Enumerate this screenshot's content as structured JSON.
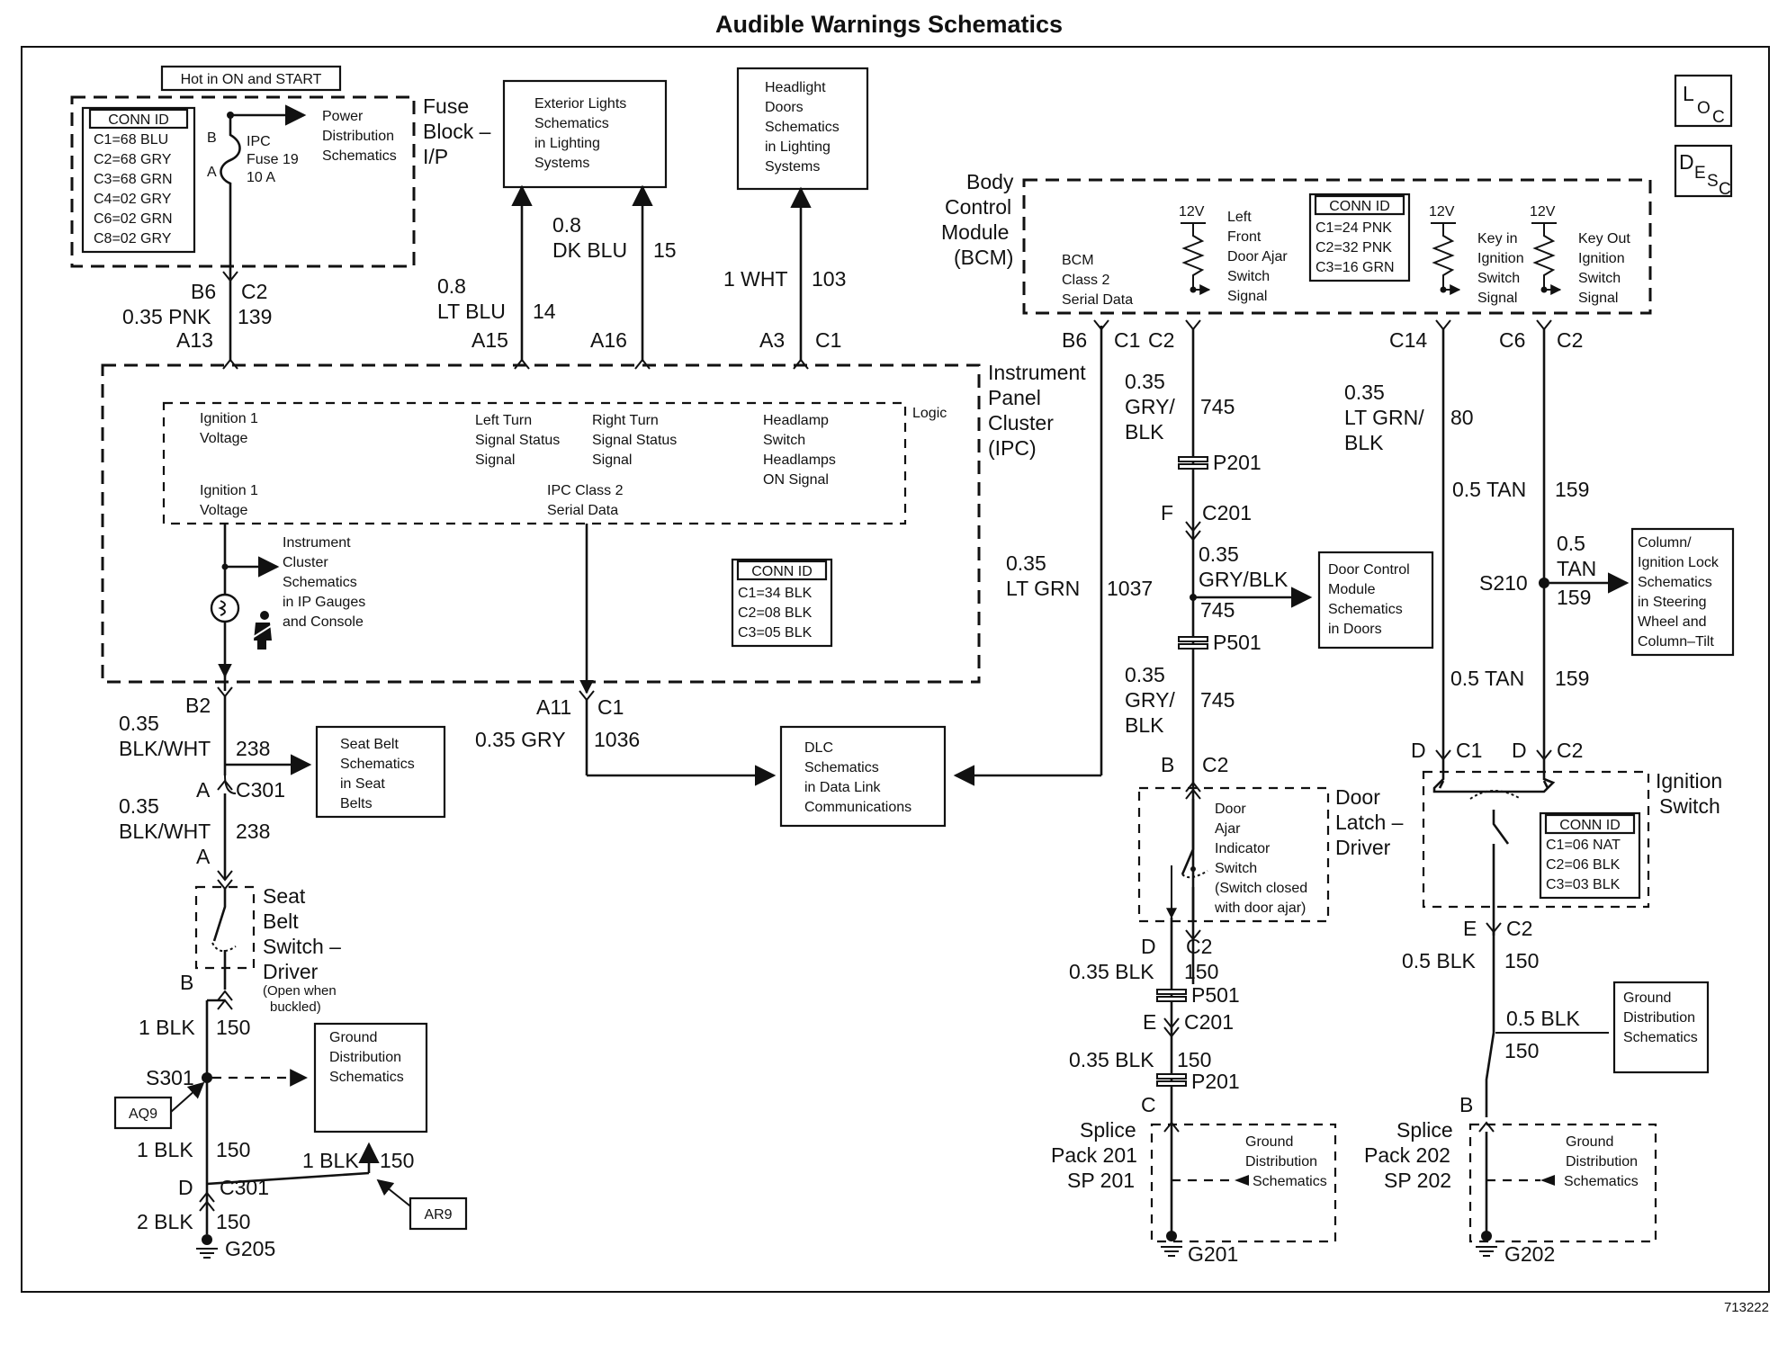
{
  "title": "Audible Warnings Schematics",
  "figure_id": "713222",
  "corner_icons": {
    "loc": "LOC",
    "desc": "DESC"
  },
  "fuse_block": {
    "hot_label": "Hot in ON and START",
    "name_lines": [
      "Fuse",
      "Block –",
      "I/P"
    ],
    "conn_id": {
      "header": "CONN ID",
      "rows": [
        "C1=68 BLU",
        "C2=68 GRY",
        "C3=68 GRN",
        "C4=02 GRY",
        "C6=02 GRN",
        "C8=02 GRY"
      ]
    },
    "fuse_lines": [
      "IPC",
      "Fuse 19",
      "10 A"
    ],
    "pin_b": "B",
    "pin_a": "A",
    "power_ref": [
      "Power",
      "Distribution",
      "Schematics"
    ]
  },
  "refs": {
    "exterior_lights": [
      "Exterior Lights",
      "Schematics",
      "in Lighting",
      "Systems"
    ],
    "headlight_doors": [
      "Headlight",
      "Doors",
      "Schematics",
      "in Lighting",
      "Systems"
    ],
    "seat_belt": [
      "Seat Belt",
      "Schematics",
      "in Seat",
      "Belts"
    ],
    "dlc": [
      "DLC",
      "Schematics",
      "in Data Link",
      "Communications"
    ],
    "door_control": [
      "Door Control",
      "Module",
      "Schematics",
      "in Doors"
    ],
    "column": [
      "Column/",
      "Ignition Lock",
      "Schematics",
      "in Steering",
      "Wheel and",
      "Column–Tilt"
    ],
    "ground_left": [
      "Ground",
      "Distribution",
      "Schematics"
    ],
    "ground_right": [
      "Ground",
      "Distribution",
      "Schematics"
    ],
    "ground_sp201": [
      "Ground",
      "Distribution",
      "Schematics"
    ],
    "ground_sp202": [
      "Ground",
      "Distribution",
      "Schematics"
    ],
    "ic_ref": [
      "Instrument",
      "Cluster",
      "Schematics",
      "in IP Gauges",
      "and Console"
    ]
  },
  "ipc": {
    "name_lines": [
      "Instrument",
      "Panel",
      "Cluster",
      "(IPC)"
    ],
    "logic_label": "Logic",
    "ign1_top": [
      "Ignition 1",
      "Voltage"
    ],
    "ign1_bottom": [
      "Ignition 1",
      "Voltage"
    ],
    "left_turn": [
      "Left Turn",
      "Signal Status",
      "Signal"
    ],
    "right_turn": [
      "Right Turn",
      "Signal Status",
      "Signal"
    ],
    "headlamp": [
      "Headlamp",
      "Switch",
      "Headlamps",
      "ON Signal"
    ],
    "class2": [
      "IPC Class 2",
      "Serial Data"
    ],
    "conn_id": {
      "header": "CONN ID",
      "rows": [
        "C1=34 BLK",
        "C2=08 BLK",
        "C3=05 BLK"
      ]
    }
  },
  "bcm": {
    "name_lines": [
      "Body",
      "Control",
      "Module",
      "(BCM)"
    ],
    "class2": [
      "BCM",
      "Class 2",
      "Serial Data"
    ],
    "door_ajar": [
      "Left",
      "Front",
      "Door Ajar",
      "Switch",
      "Signal"
    ],
    "key_in": [
      "Key in",
      "Ignition",
      "Switch",
      "Signal"
    ],
    "key_out": [
      "Key Out",
      "Ignition",
      "Switch",
      "Signal"
    ],
    "v12": "12V",
    "conn_id": {
      "header": "CONN ID",
      "rows": [
        "C1=24 PNK",
        "C2=32 PNK",
        "C3=16 GRN"
      ]
    }
  },
  "door_latch": {
    "name_lines": [
      "Door",
      "Latch –",
      "Driver"
    ],
    "switch": [
      "Door",
      "Ajar",
      "Indicator",
      "Switch",
      "(Switch closed",
      "with door ajar)"
    ]
  },
  "seat_belt_switch": {
    "name_lines": [
      "Seat",
      "Belt",
      "Switch –",
      "Driver"
    ],
    "note": [
      "(Open when",
      "buckled)"
    ]
  },
  "ignition_switch": {
    "name_lines": [
      "Ignition",
      "Switch"
    ],
    "conn_id": {
      "header": "CONN ID",
      "rows": [
        "C1=06 NAT",
        "C2=06 BLK",
        "C3=03 BLK"
      ]
    }
  },
  "splice_packs": {
    "sp201": [
      "Splice",
      "Pack 201",
      "SP 201"
    ],
    "sp202": [
      "Splice",
      "Pack 202",
      "SP 202"
    ]
  },
  "wires": {
    "w139": {
      "gauge": "0.35 PNK",
      "circuit": "139"
    },
    "w14": {
      "gauge": [
        "0.8",
        "LT BLU"
      ],
      "circuit": "14"
    },
    "w15": {
      "gauge": [
        "0.8",
        "DK BLU"
      ],
      "circuit": "15"
    },
    "w103": {
      "gauge": "1 WHT",
      "circuit": "103"
    },
    "w238a": {
      "gauge": [
        "0.35",
        "BLK/WHT"
      ],
      "circuit": "238"
    },
    "w238b": {
      "gauge": [
        "0.35",
        "BLK/WHT"
      ],
      "circuit": "238"
    },
    "w1036": {
      "gauge": "0.35 GRY",
      "circuit": "1036"
    },
    "w1037": {
      "gauge": [
        "0.35",
        "LT GRN"
      ],
      "circuit": "1037"
    },
    "w745a": {
      "gauge": [
        "0.35",
        "GRY/",
        "BLK"
      ],
      "circuit": "745"
    },
    "w745b": {
      "gauge": [
        "0.35",
        "GRY/BLK"
      ],
      "circuit": "745"
    },
    "w745c": {
      "gauge": [
        "0.35",
        "GRY/",
        "BLK"
      ],
      "circuit": "745"
    },
    "w80": {
      "gauge": [
        "0.35",
        "LT GRN/",
        "BLK"
      ],
      "circuit": "80"
    },
    "w159a": {
      "gauge": "0.5 TAN",
      "circuit": "159"
    },
    "w159b": {
      "gauge": [
        "0.5",
        "TAN"
      ],
      "circuit": "159"
    },
    "w159c": {
      "gauge": "0.5 TAN",
      "circuit": "159"
    },
    "w150_seat": {
      "gauge": "1 BLK",
      "circuit": "150"
    },
    "w150_s301": {
      "gauge": "1 BLK",
      "circuit": "150"
    },
    "w150_ar9": {
      "gauge": "1 BLK",
      "circuit": "150"
    },
    "w150_g205": {
      "gauge": "2 BLK",
      "circuit": "150"
    },
    "w150_dl1": {
      "gauge": "0.35 BLK",
      "circuit": "150"
    },
    "w150_dl2": {
      "gauge": "0.35 BLK",
      "circuit": "150"
    },
    "w150_ig1": {
      "gauge": "0.5 BLK",
      "circuit": "150"
    },
    "w150_ig2": {
      "gauge": "0.5 BLK",
      "circuit": "150"
    }
  },
  "connectors": {
    "b6": "B6",
    "c2": "C2",
    "a13": "A13",
    "a15": "A15",
    "a16": "A16",
    "a3": "A3",
    "c1": "C1",
    "b2": "B2",
    "a11": "A11",
    "c1b": "C1",
    "a_c301": "A",
    "c301": "C301",
    "a2": "A",
    "b_seat": "B",
    "d_c301": "D",
    "c301b": "C301",
    "bcm_b6": "B6",
    "bcm_c1": "C1",
    "bcm_c2": "C2",
    "c14": "C14",
    "c6": "C6",
    "c2b": "C2",
    "p201a": "P201",
    "f": "F",
    "c201a": "C201",
    "p501a": "P501",
    "b_dl": "B",
    "c2_dl": "C2",
    "d_dl": "D",
    "c2_dl2": "C2",
    "p501b": "P501",
    "e_c201": "E",
    "c201b": "C201",
    "p201b": "P201",
    "c_sp": "C",
    "s210": "S210",
    "d1": "D",
    "c1_ig": "C1",
    "d2": "D",
    "c2_ig": "C2",
    "e_ig": "E",
    "c2_ig2": "C2",
    "b_sp202": "B",
    "s301": "S301",
    "aq9": "AQ9",
    "ar9": "AR9",
    "g205": "G205",
    "g201": "G201",
    "g202": "G202"
  }
}
